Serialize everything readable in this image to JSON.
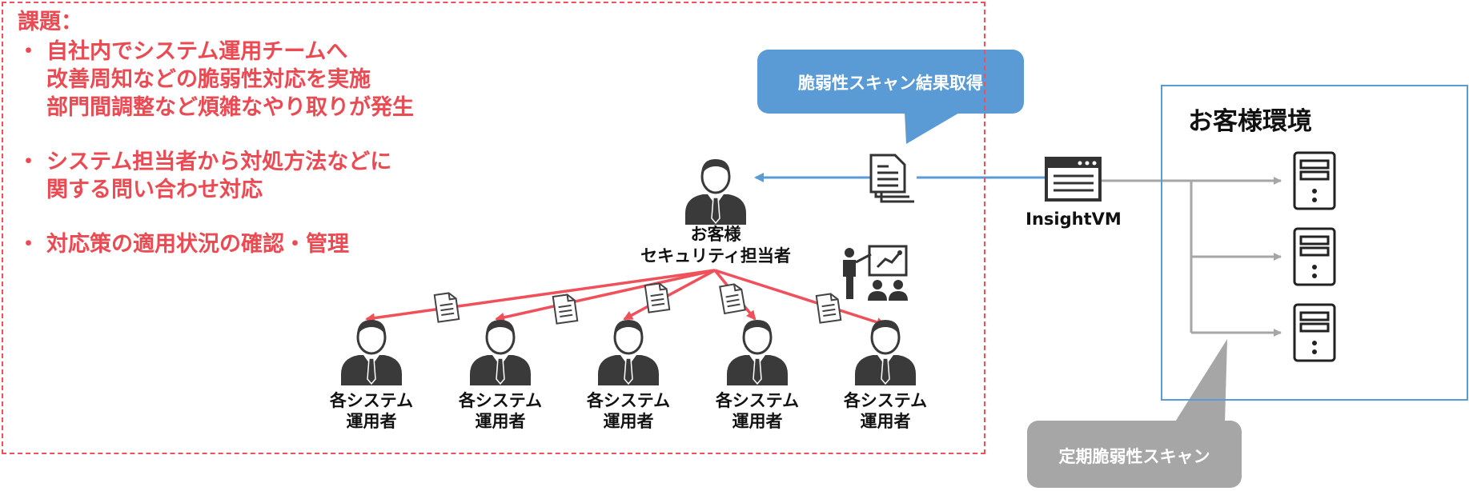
{
  "issues": {
    "title": "課題：",
    "items": [
      {
        "bullet": "・",
        "lines": [
          "自社内でシステム運用チームへ",
          "改善周知などの脆弱性対応を実施",
          "部門間調整など煩雑なやり取りが発生"
        ]
      },
      {
        "bullet": "・",
        "lines": [
          "システム担当者から対処方法などに",
          "関する問い合わせ対応"
        ]
      },
      {
        "bullet": "・",
        "lines": [
          "対応策の適用状況の確認・管理"
        ]
      }
    ]
  },
  "callouts": {
    "scan_result": "脆弱性スキャン結果取得",
    "periodic_scan": "定期脆弱性スキャン"
  },
  "tool": {
    "name": "InsightVM",
    "icon": "browser-window-icon"
  },
  "customer_security": {
    "line1": "お客様",
    "line2": "セキュリティ担当者"
  },
  "customer_env": {
    "title": "お客様環境"
  },
  "operators": [
    {
      "line1": "各システム",
      "line2": "運用者"
    },
    {
      "line1": "各システム",
      "line2": "運用者"
    },
    {
      "line1": "各システム",
      "line2": "運用者"
    },
    {
      "line1": "各システム",
      "line2": "運用者"
    },
    {
      "line1": "各システム",
      "line2": "運用者"
    }
  ],
  "icons": {
    "person": "person-icon",
    "documents": "documents-icon",
    "presentation": "presentation-icon",
    "server": "server-icon"
  },
  "colors": {
    "issue_red": "#ec4a52",
    "arrow_red": "#f0505a",
    "blue": "#5b9bd5",
    "gray": "#a6a6a6",
    "dark": "#333333"
  }
}
